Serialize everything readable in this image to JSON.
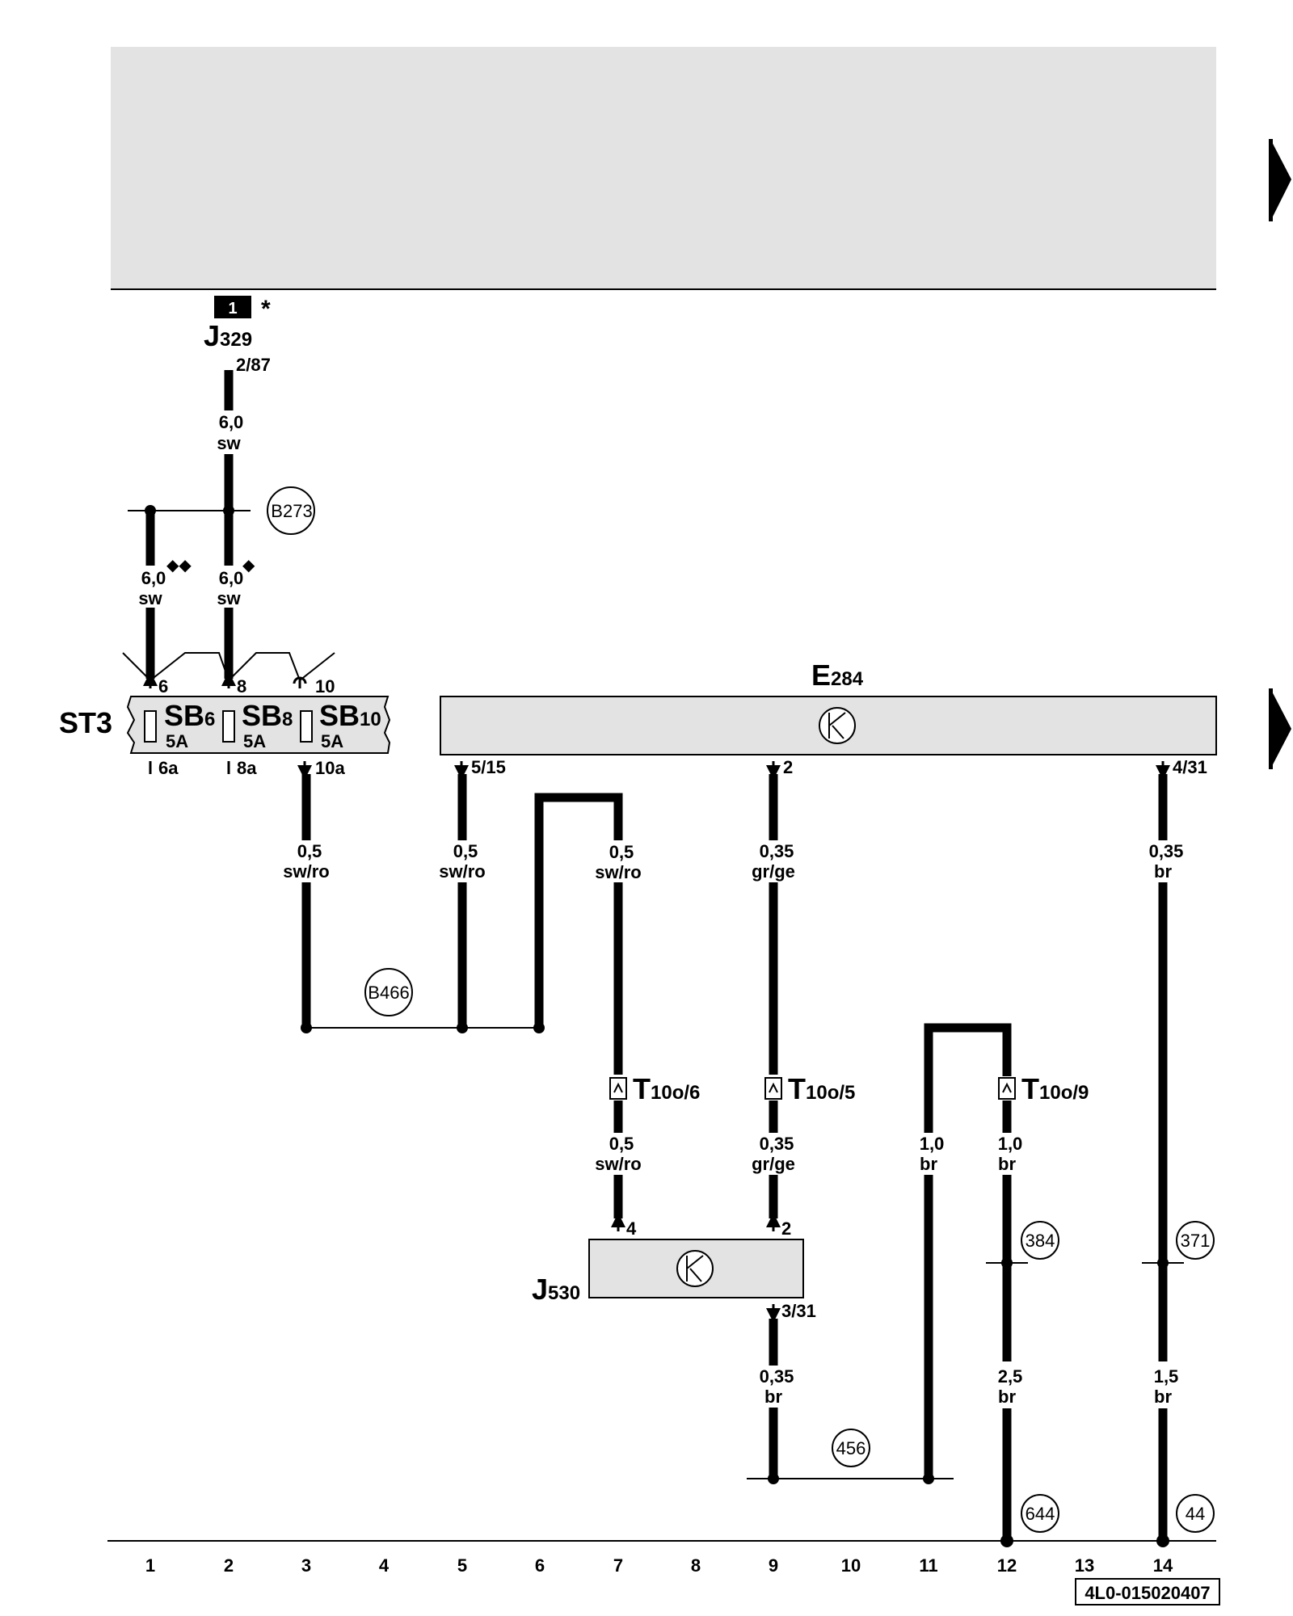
{
  "header": {
    "warning_badge": "1",
    "asterisk": "*"
  },
  "components": {
    "j329": {
      "letter": "J",
      "sub": "329",
      "pin": "2/87"
    },
    "st3": {
      "name": "ST3"
    },
    "fuses": [
      {
        "letter": "SB",
        "sub": "6",
        "rating": "5A",
        "pin_top": "6",
        "pin_bottom": "6a"
      },
      {
        "letter": "SB",
        "sub": "8",
        "rating": "5A",
        "pin_top": "8",
        "pin_bottom": "8a"
      },
      {
        "letter": "SB",
        "sub": "10",
        "rating": "5A",
        "pin_top": "10",
        "pin_bottom": "10a"
      }
    ],
    "e284": {
      "letter": "E",
      "sub": "284",
      "pins": [
        "5/15",
        "2",
        "4/31"
      ]
    },
    "j530": {
      "letter": "J",
      "sub": "530",
      "pins": [
        "4",
        "2",
        "3/31"
      ]
    },
    "connectors": [
      {
        "letter": "T",
        "sub": "10o/6"
      },
      {
        "letter": "T",
        "sub": "10o/5"
      },
      {
        "letter": "T",
        "sub": "10o/9"
      }
    ]
  },
  "wires": [
    {
      "size": "6,0",
      "color": "sw",
      "marker": ""
    },
    {
      "size": "6,0",
      "color": "sw",
      "marker": "◆◆"
    },
    {
      "size": "6,0",
      "color": "sw",
      "marker": "◆"
    },
    {
      "size": "0,5",
      "color": "sw/ro",
      "marker": ""
    },
    {
      "size": "0,5",
      "color": "sw/ro",
      "marker": ""
    },
    {
      "size": "0,5",
      "color": "sw/ro",
      "marker": ""
    },
    {
      "size": "0,35",
      "color": "gr/ge",
      "marker": ""
    },
    {
      "size": "0,35",
      "color": "br",
      "marker": ""
    },
    {
      "size": "0,5",
      "color": "sw/ro",
      "marker": ""
    },
    {
      "size": "0,35",
      "color": "gr/ge",
      "marker": ""
    },
    {
      "size": "1,0",
      "color": "br",
      "marker": ""
    },
    {
      "size": "1,0",
      "color": "br",
      "marker": ""
    },
    {
      "size": "0,35",
      "color": "br",
      "marker": ""
    },
    {
      "size": "2,5",
      "color": "br",
      "marker": ""
    },
    {
      "size": "1,5",
      "color": "br",
      "marker": ""
    }
  ],
  "connection_points": [
    "B273",
    "B466",
    "456",
    "384",
    "371",
    "644",
    "44"
  ],
  "footer": {
    "columns": [
      "1",
      "2",
      "3",
      "4",
      "5",
      "6",
      "7",
      "8",
      "9",
      "10",
      "11",
      "12",
      "13",
      "14"
    ],
    "document_code": "4L0-015020407"
  }
}
